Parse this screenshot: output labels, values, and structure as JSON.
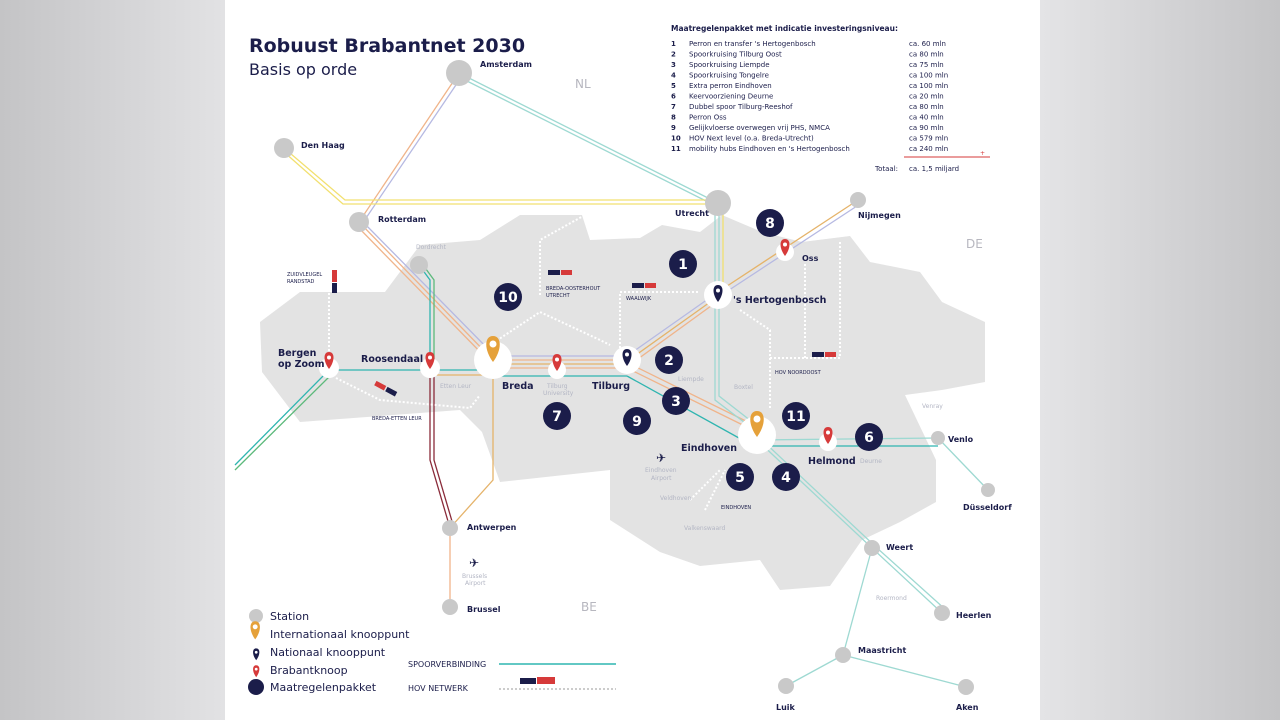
{
  "title": "Robuust Brabantnet 2030",
  "subtitle": "Basis op orde",
  "countries": {
    "nl": "NL",
    "de": "DE",
    "be": "BE"
  },
  "stations": {
    "amsterdam": "Amsterdam",
    "den_haag": "Den Haag",
    "rotterdam": "Rotterdam",
    "dordrecht": "Dordrecht",
    "utrecht": "Utrecht",
    "nijmegen": "Nijmegen",
    "oss": "Oss",
    "hertogenbosch": "'s Hertogenbosch",
    "bergen_op_zoom_1": "Bergen",
    "bergen_op_zoom_2": "op Zoom",
    "roosendaal": "Roosendaal",
    "breda": "Breda",
    "tilburg": "Tilburg",
    "tilburg_university_1": "Tilburg",
    "tilburg_university_2": "University",
    "eindhoven": "Eindhoven",
    "helmond": "Helmond",
    "deurne": "Deurne",
    "venlo": "Venlo",
    "venray": "Venray",
    "dusseldorf": "Düsseldorf",
    "weert": "Weert",
    "roermond": "Roermond",
    "heerlen": "Heerlen",
    "maastricht": "Maastricht",
    "luik": "Luik",
    "aken": "Aken",
    "antwerpen": "Antwerpen",
    "brussel": "Brussel",
    "etten_leur": "Etten Leur",
    "liempde": "Liempde",
    "boxtel": "Boxtel",
    "veldhoven": "Veldhoven",
    "valkenswaard": "Valkenswaard",
    "eindhoven_airport_1": "Eindhoven",
    "eindhoven_airport_2": "Airport",
    "brussels_airport_1": "Brussels",
    "brussels_airport_2": "Airport"
  },
  "hov_routes": {
    "zuidvleugel_1": "ZUIDVLEUGEL",
    "zuidvleugel_2": "RANDSTAD",
    "breda_oosterhout_1": "BREDA-OOSTERHOUT",
    "breda_oosterhout_2": "UTRECHT",
    "waalwijk": "WAALWIJK",
    "breda_etten_leur": "BREDA-ETTEN LEUR",
    "hov_noordoost": "HOV NOORDOOST",
    "eindhoven": "EINDHOVEN"
  },
  "measures": {
    "heading": "Maatregelenpakket met indicatie investeringsniveau:",
    "items": [
      {
        "n": "1",
        "label": "Perron en transfer 's Hertogenbosch",
        "cost": "ca. 60 mln"
      },
      {
        "n": "2",
        "label": "Spoorkruising Tilburg Oost",
        "cost": "ca 80 mln"
      },
      {
        "n": "3",
        "label": "Spoorkruising Liempde",
        "cost": "ca 75 mln"
      },
      {
        "n": "4",
        "label": "Spoorkruising Tongelre",
        "cost": "ca 100 mln"
      },
      {
        "n": "5",
        "label": "Extra perron Eindhoven",
        "cost": "ca 100 mln"
      },
      {
        "n": "6",
        "label": "Keervoorziening Deurne",
        "cost": "ca 20 mln"
      },
      {
        "n": "7",
        "label": "Dubbel spoor Tilburg-Reeshof",
        "cost": "ca 80 mln"
      },
      {
        "n": "8",
        "label": "Perron Oss",
        "cost": "ca 40 mln"
      },
      {
        "n": "9",
        "label": "Gelijkvloerse overwegen vrij PHS, NMCA",
        "cost": "ca 90 mln"
      },
      {
        "n": "10",
        "label": "HOV Next level (o.a. Breda-Utrecht)",
        "cost": "ca 579 mln"
      },
      {
        "n": "11",
        "label": "mobility hubs Eindhoven en 's Hertogenbosch",
        "cost": "ca 240 mln"
      }
    ],
    "plus": "+",
    "total_label": "Totaal:",
    "total_value": "ca. 1,5 miljard"
  },
  "legend": {
    "station": "Station",
    "international": "Internationaal knooppunt",
    "national": "Nationaal knooppunt",
    "brabant": "Brabantknoop",
    "package": "Maatregelenpakket",
    "rail": "SPOORVERBINDING",
    "hov": "HOV NETWERK"
  },
  "colors": {
    "navy": "#1b1d4a",
    "orange": "#e5a13a",
    "red": "#d63a3a",
    "teal": "#2fb5b0",
    "land": "#e3e3e3",
    "station": "#c9c9c9"
  }
}
